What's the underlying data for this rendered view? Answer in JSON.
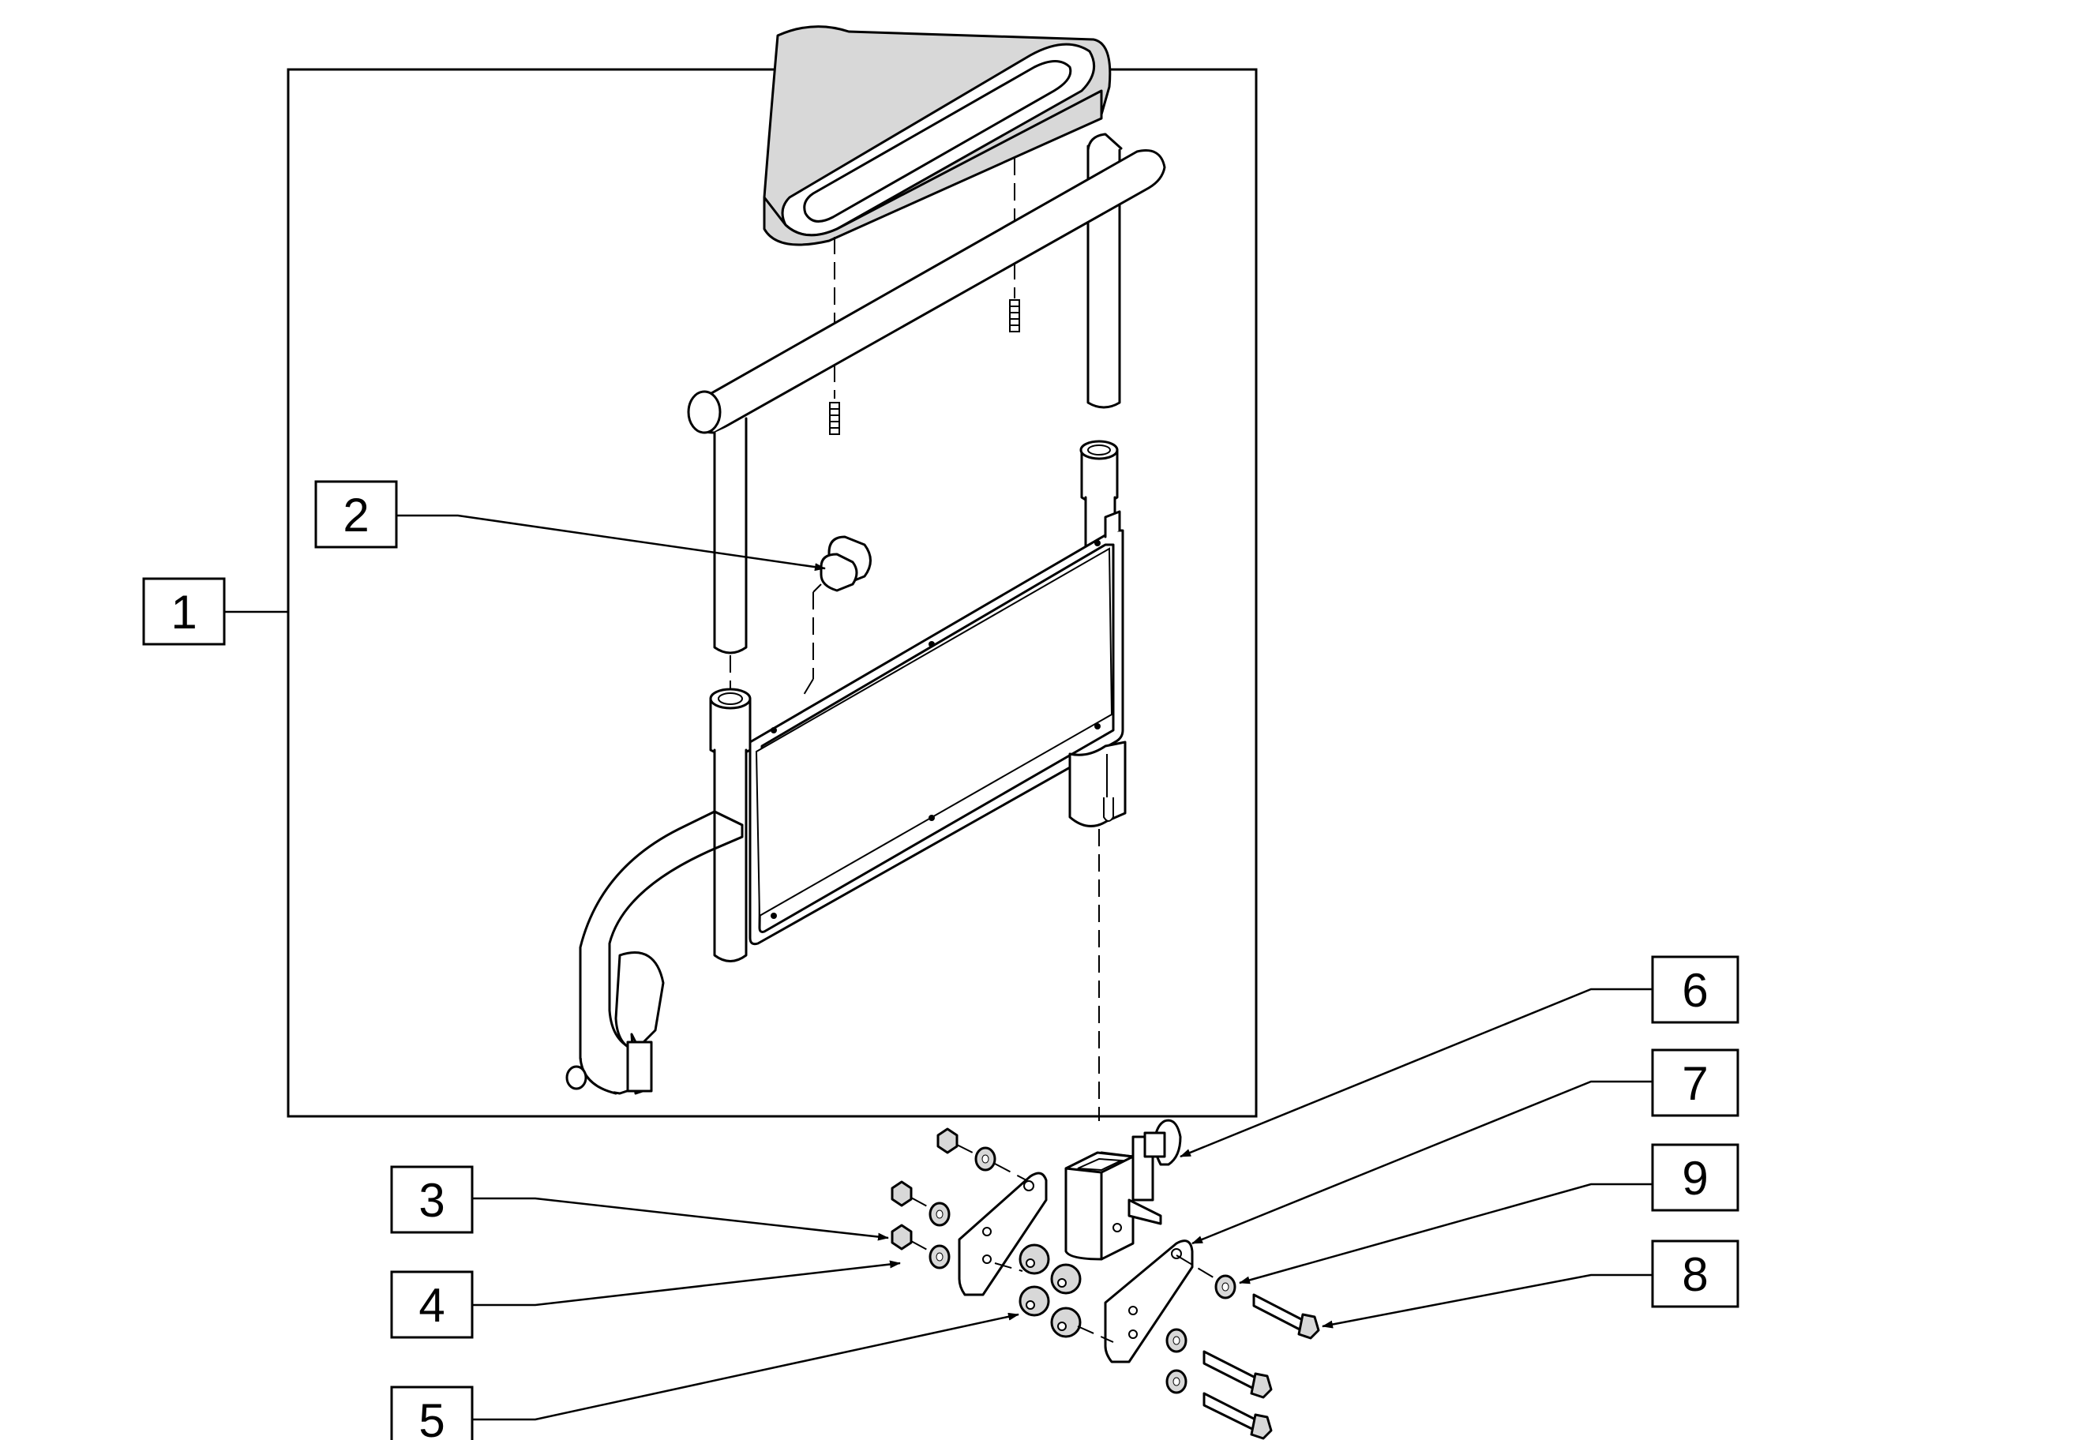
{
  "callouts": [
    {
      "id": "1",
      "label": "1"
    },
    {
      "id": "2",
      "label": "2"
    },
    {
      "id": "3",
      "label": "3"
    },
    {
      "id": "4",
      "label": "4"
    },
    {
      "id": "5",
      "label": "5"
    },
    {
      "id": "6",
      "label": "6"
    },
    {
      "id": "7",
      "label": "7"
    },
    {
      "id": "8",
      "label": "8"
    },
    {
      "id": "9",
      "label": "9"
    }
  ],
  "colors": {
    "line": "#000000",
    "background": "#ffffff",
    "shade": "#d8d8d8"
  }
}
